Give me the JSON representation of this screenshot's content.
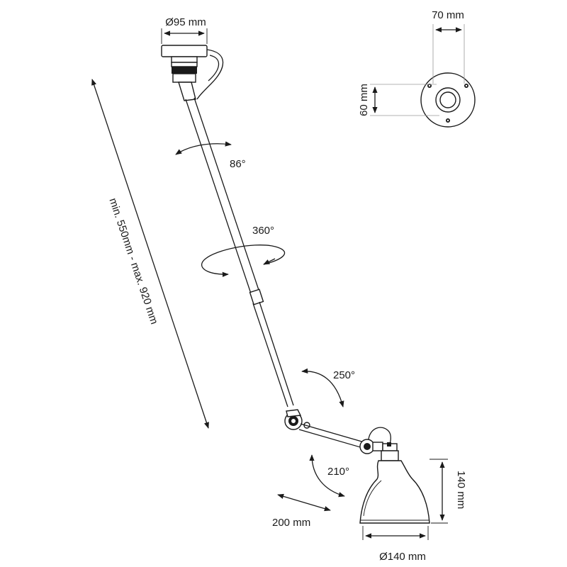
{
  "diagram": {
    "labels": {
      "base_diameter": "Ø95 mm",
      "plate_width": "70 mm",
      "plate_height": "60 mm",
      "joint_top_angle": "86°",
      "rotation": "360°",
      "length_range": "min. 550mm - max. 920 mm",
      "elbow_angle": "250°",
      "head_angle": "210°",
      "arm_length": "200 mm",
      "shade_height": "140 mm",
      "shade_diameter": "Ø140 mm"
    }
  }
}
